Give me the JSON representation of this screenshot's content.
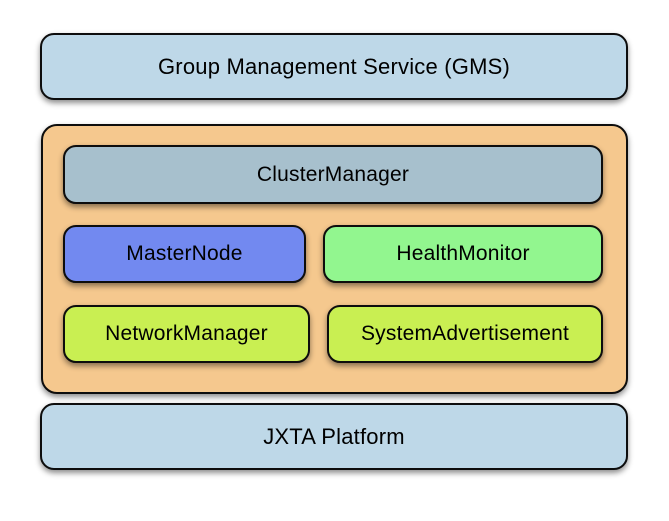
{
  "diagram": {
    "background": "#ffffff",
    "border_color": "#0d0d0d",
    "group_container": {
      "fill": "#f5c88e"
    },
    "boxes": {
      "gms": {
        "label": "Group Management Service (GMS)",
        "fill": "#bed8e8"
      },
      "cluster_manager": {
        "label": "ClusterManager",
        "fill": "#a7c0cd"
      },
      "master_node": {
        "label": "MasterNode",
        "fill": "#7289f0"
      },
      "health_monitor": {
        "label": "HealthMonitor",
        "fill": "#92f68f"
      },
      "network_manager": {
        "label": "NetworkManager",
        "fill": "#c9ef52"
      },
      "system_advertisement": {
        "label": "SystemAdvertisement",
        "fill": "#c9ef52"
      },
      "jxta_platform": {
        "label": "JXTA Platform",
        "fill": "#bed8e8"
      }
    }
  }
}
